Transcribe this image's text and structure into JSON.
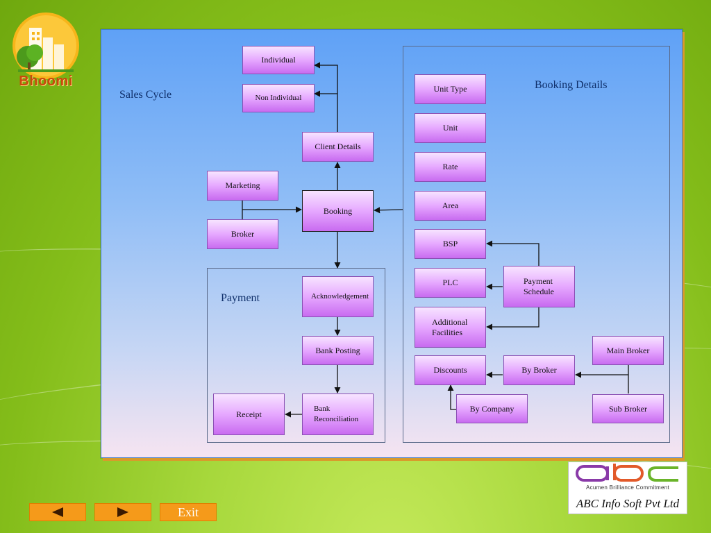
{
  "brand": {
    "logo_text": "Bhoomi"
  },
  "diagram": {
    "title": "Sales Cycle",
    "booking_details_label": "Booking Details",
    "payment_label": "Payment",
    "nodes": {
      "individual": "Individual",
      "non_individual": "Non Individual",
      "client_details": "Client Details",
      "marketing": "Marketing",
      "booking": "Booking",
      "broker": "Broker",
      "acknowledgement": "Acknowledgement",
      "bank_posting": "Bank Posting",
      "receipt": "Receipt",
      "bank_reconciliation": "Bank Reconciliation",
      "unit_type": "Unit Type",
      "unit": "Unit",
      "rate": "Rate",
      "area": "Area",
      "bsp": "BSP",
      "plc": "PLC",
      "additional_facilities": "Additional Facilities",
      "payment_schedule": "Payment Schedule",
      "discounts": "Discounts",
      "by_broker": "By Broker",
      "main_broker": "Main Broker",
      "by_company": "By Company",
      "sub_broker": "Sub Broker"
    }
  },
  "nav": {
    "prev_icon": "left-triangle",
    "next_icon": "right-triangle",
    "exit_label": "Exit"
  },
  "company": {
    "logo_text": "abc",
    "tagline": "Acumen Brilliance Commitment",
    "name": "ABC Info Soft Pvt Ltd"
  },
  "colors": {
    "background": "#84bd1a",
    "panel_top": "#5fa1f6",
    "panel_bottom": "#f6e4f1",
    "node_fill": "#e6a8ff",
    "nav_button": "#f59a1a",
    "label_text": "#0f2f6a"
  }
}
